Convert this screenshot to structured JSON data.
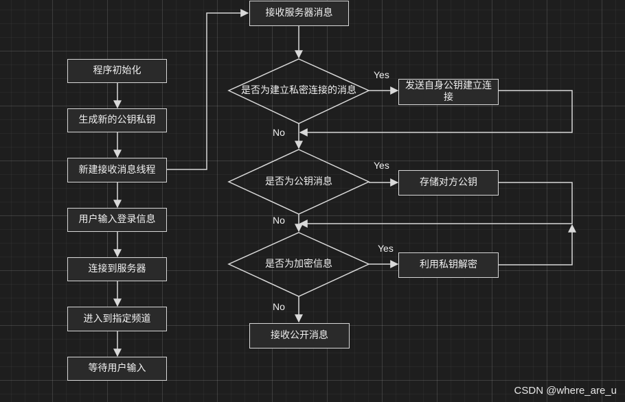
{
  "left_flow": {
    "init": "程序初始化",
    "gen_keys": "生成新的公钥私钥",
    "new_thread": "新建接收消息线程",
    "login_input": "用户输入登录信息",
    "connect": "连接到服务器",
    "join_channel": "进入到指定频道",
    "wait_input": "等待用户输入"
  },
  "right_flow": {
    "receive": "接收服务器消息",
    "q_private": "是否为建立私密连接的消息",
    "send_pubkey": "发送自身公钥建立连接",
    "q_pubkey": "是否为公钥消息",
    "store_pubkey": "存储对方公钥",
    "q_encrypted": "是否为加密信息",
    "decrypt": "利用私钥解密",
    "receive_public": "接收公开消息"
  },
  "labels": {
    "yes": "Yes",
    "no": "No"
  },
  "watermark": "CSDN @where_are_u",
  "colors": {
    "background": "#1e1e1e",
    "stroke": "#d9d9d9",
    "box_fill": "#2a2a2a",
    "text": "#f0f0f0"
  }
}
